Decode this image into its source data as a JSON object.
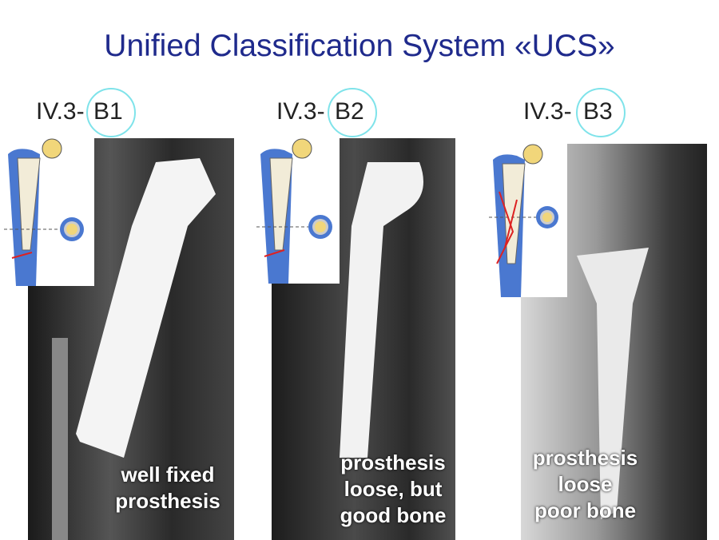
{
  "title": "Unified Classification System «UCS»",
  "panels": [
    {
      "prefix": "IV.3-",
      "code": "B1",
      "caption": [
        "well fixed",
        "prosthesis"
      ]
    },
    {
      "prefix": "IV.3-",
      "code": "B2",
      "caption": [
        "prosthesis",
        "loose, but",
        "good bone"
      ]
    },
    {
      "prefix": "IV.3-",
      "code": "B3",
      "caption": [
        "prosthesis",
        "loose",
        "poor bone"
      ]
    }
  ]
}
